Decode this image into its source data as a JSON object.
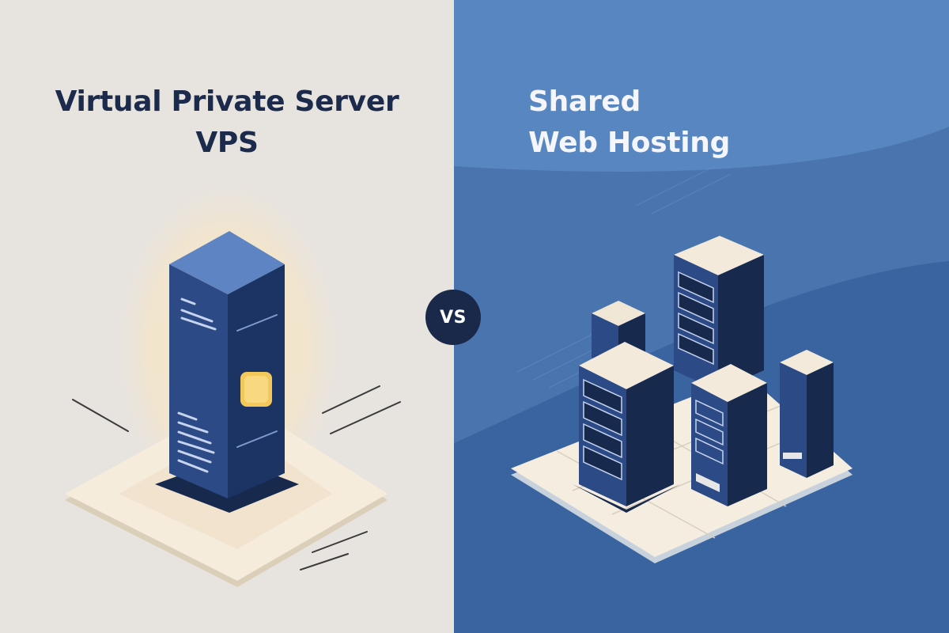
{
  "left": {
    "title_line1": "Virtual Private Server",
    "title_line2": "VPS",
    "illustration": "single-server-tower"
  },
  "right": {
    "title_line1": "Shared",
    "title_line2": "Web Hosting",
    "illustration": "server-rack-cluster"
  },
  "badge": {
    "label": "VS"
  },
  "colors": {
    "left_background": "#e7e3df",
    "right_background": "#4a74ad",
    "server_navy": "#1e3566",
    "accent_yellow": "#f3c85a",
    "platform_cream": "#f6ecdc",
    "badge_navy": "#1a2849"
  }
}
